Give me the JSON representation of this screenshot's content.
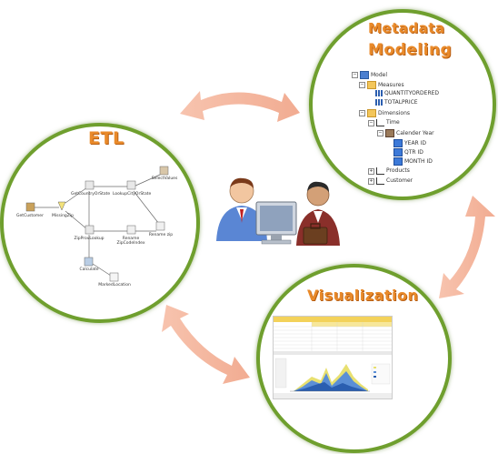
{
  "titles": {
    "metadata_line1": "Metadata",
    "metadata_line2": "Modeling",
    "etl": "ETL",
    "visualization": "Visualization"
  },
  "colors": {
    "circle_border": "#6f9f2e",
    "title": "#e98a2a",
    "arrow": "#f2a98a"
  },
  "metadata_tree": {
    "root": "Model",
    "measures": "Measures",
    "measure_items": [
      "QUANTITYORDERED",
      "TOTALPRICE"
    ],
    "dimensions": "Dimensions",
    "time": "Time",
    "calendar_year": "Calender Year",
    "levels": [
      "YEAR ID",
      "QTR ID",
      "MONTH ID"
    ],
    "products": "Products",
    "customer": "Customer"
  },
  "etl_steps": {
    "get_customer": "GetCustomer",
    "missing_zip": "MissingZip",
    "get_country_state": "GetCountryOrState",
    "lookup_city_state": "LookupCityOrState",
    "select_values": "SelectValues",
    "zip_lookup": "ZipProvLookup",
    "rename_zip": "Rename ZipCodeIndex",
    "rename_zip2": "Rename zip",
    "calculate": "Calculate",
    "marked_location": "MarkedLocation"
  },
  "icons": [
    "users-at-computer-icon",
    "businessman-briefcase-icon",
    "cycle-arrow-icon"
  ]
}
